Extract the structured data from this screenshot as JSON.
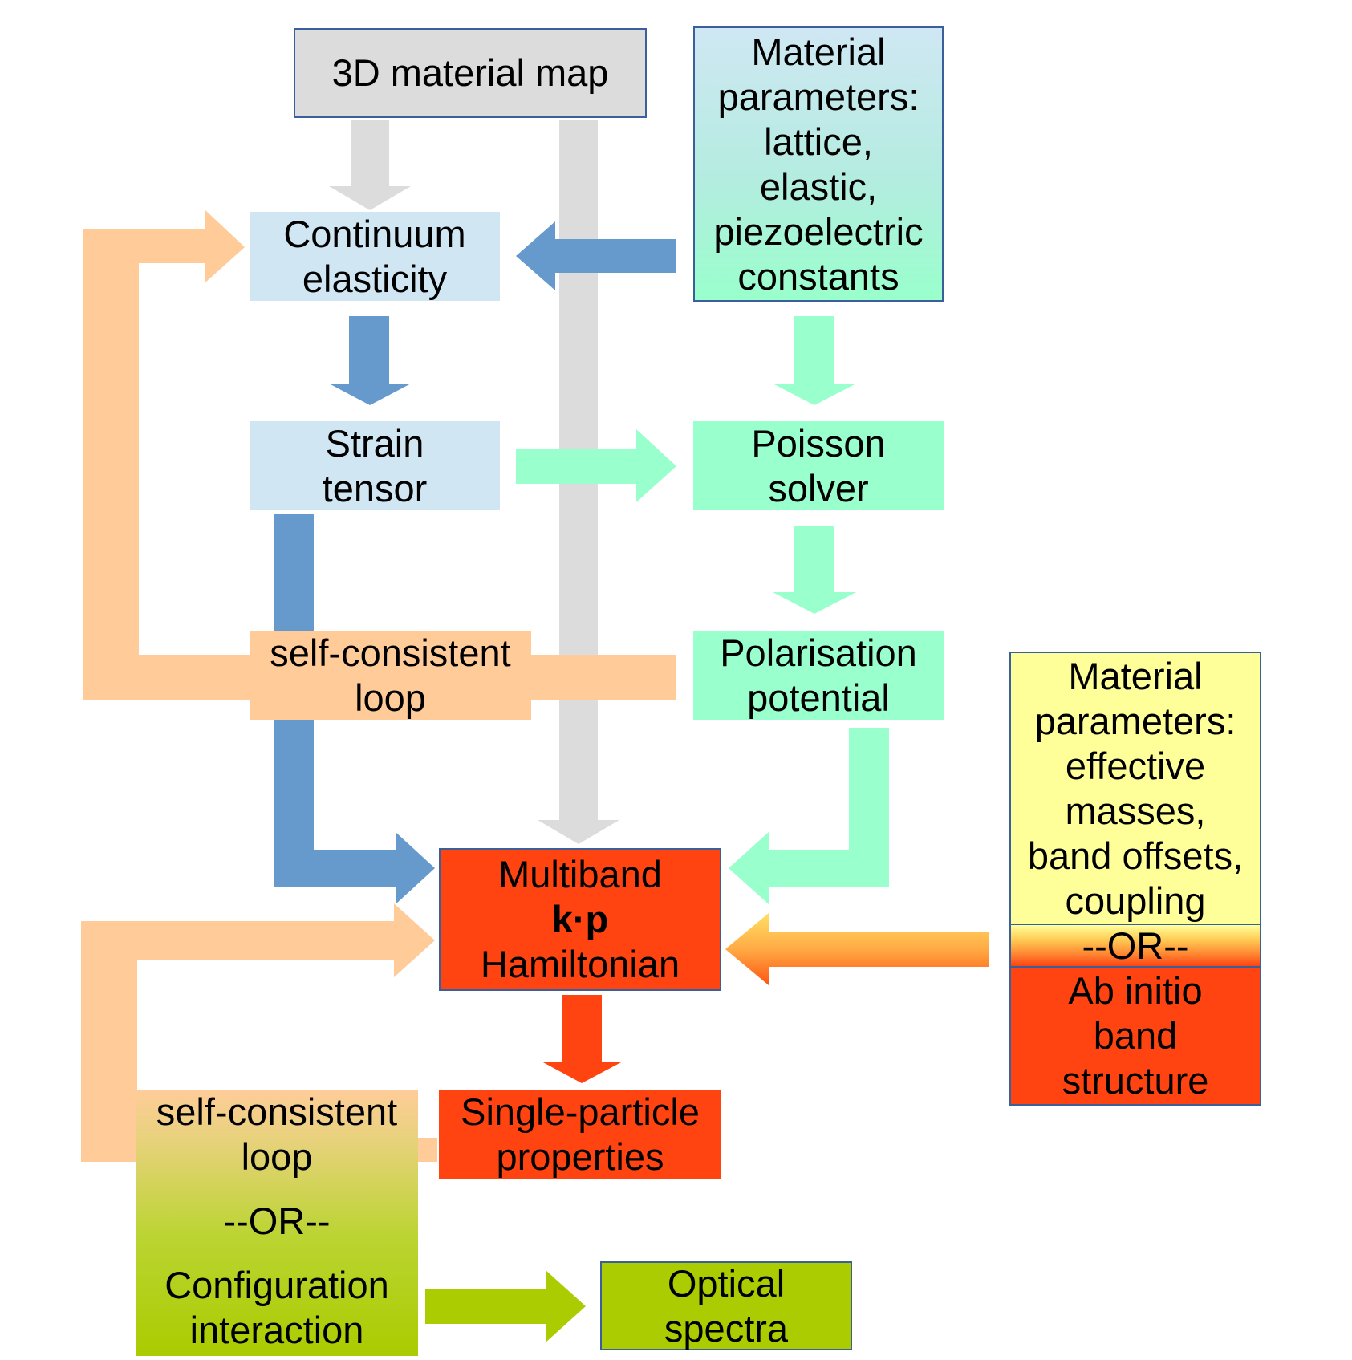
{
  "colors": {
    "grey": "#dcdcdc",
    "light_blue": "#d0e6f3",
    "mid_blue": "#6699cc",
    "mint": "#99ffcc",
    "peach": "#ffcc99",
    "orange_red": "#ff4411",
    "lime": "#aacc00",
    "yellow": "#ffff99",
    "border": "#3a5f9a"
  },
  "nodes": {
    "material_map": "3D material map",
    "material_params_1": [
      "Material",
      "parameters:",
      "lattice,",
      "elastic,",
      "piezoelectric",
      "constants"
    ],
    "continuum": [
      "Continuum",
      "elasticity"
    ],
    "strain": [
      "Strain",
      "tensor"
    ],
    "poisson": [
      "Poisson",
      "solver"
    ],
    "loop_1": [
      "self-consistent",
      "loop"
    ],
    "polarisation": [
      "Polarisation",
      "potential"
    ],
    "material_params_2": [
      "Material",
      "parameters:",
      "effective",
      "masses,",
      "band offsets,",
      "coupling"
    ],
    "or_1": "--OR--",
    "ab_initio": [
      "Ab initio",
      "band",
      "structure"
    ],
    "hamiltonian": [
      "Multiband",
      "k·p",
      "Hamiltonian"
    ],
    "single_particle": [
      "Single-particle",
      "properties"
    ],
    "loop_2": [
      "self-consistent",
      "loop"
    ],
    "or_2": "--OR--",
    "config": [
      "Configuration",
      "interaction"
    ],
    "optical": [
      "Optical",
      "spectra"
    ]
  }
}
